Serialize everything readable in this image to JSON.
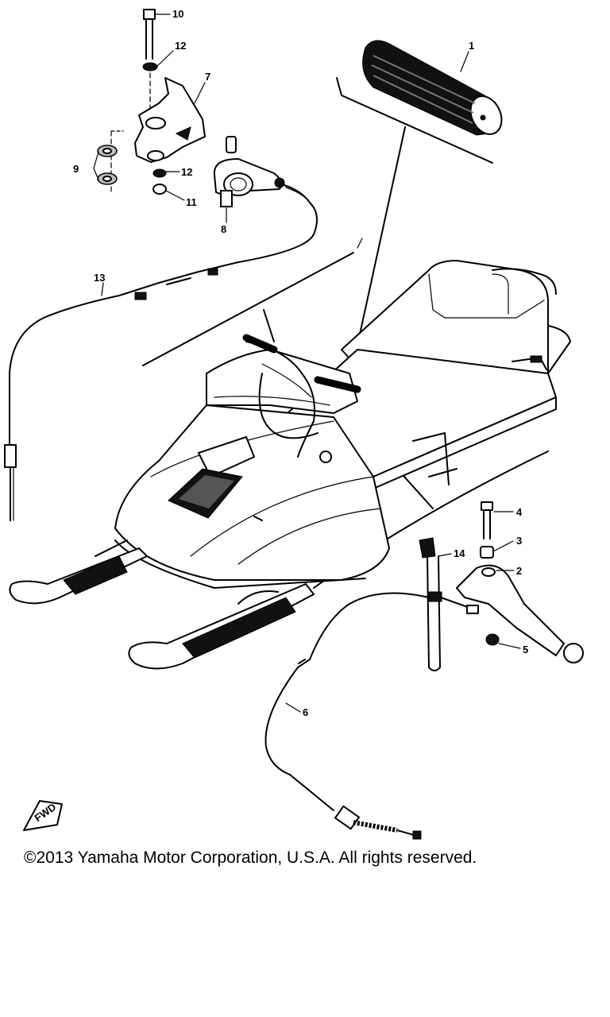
{
  "diagram": {
    "callouts": [
      {
        "id": "1",
        "label": "1"
      },
      {
        "id": "2",
        "label": "2"
      },
      {
        "id": "3",
        "label": "3"
      },
      {
        "id": "4",
        "label": "4"
      },
      {
        "id": "5",
        "label": "5"
      },
      {
        "id": "6",
        "label": "6"
      },
      {
        "id": "7",
        "label": "7"
      },
      {
        "id": "8",
        "label": "8"
      },
      {
        "id": "9",
        "label": "9"
      },
      {
        "id": "10",
        "label": "10"
      },
      {
        "id": "11",
        "label": "11"
      },
      {
        "id": "12a",
        "label": "12"
      },
      {
        "id": "12b",
        "label": "12"
      },
      {
        "id": "13",
        "label": "13"
      },
      {
        "id": "14",
        "label": "14"
      }
    ],
    "front_marker": "FWD"
  },
  "footer": {
    "copyright": "©2013 Yamaha Motor Corporation, U.S.A. All rights reserved."
  }
}
